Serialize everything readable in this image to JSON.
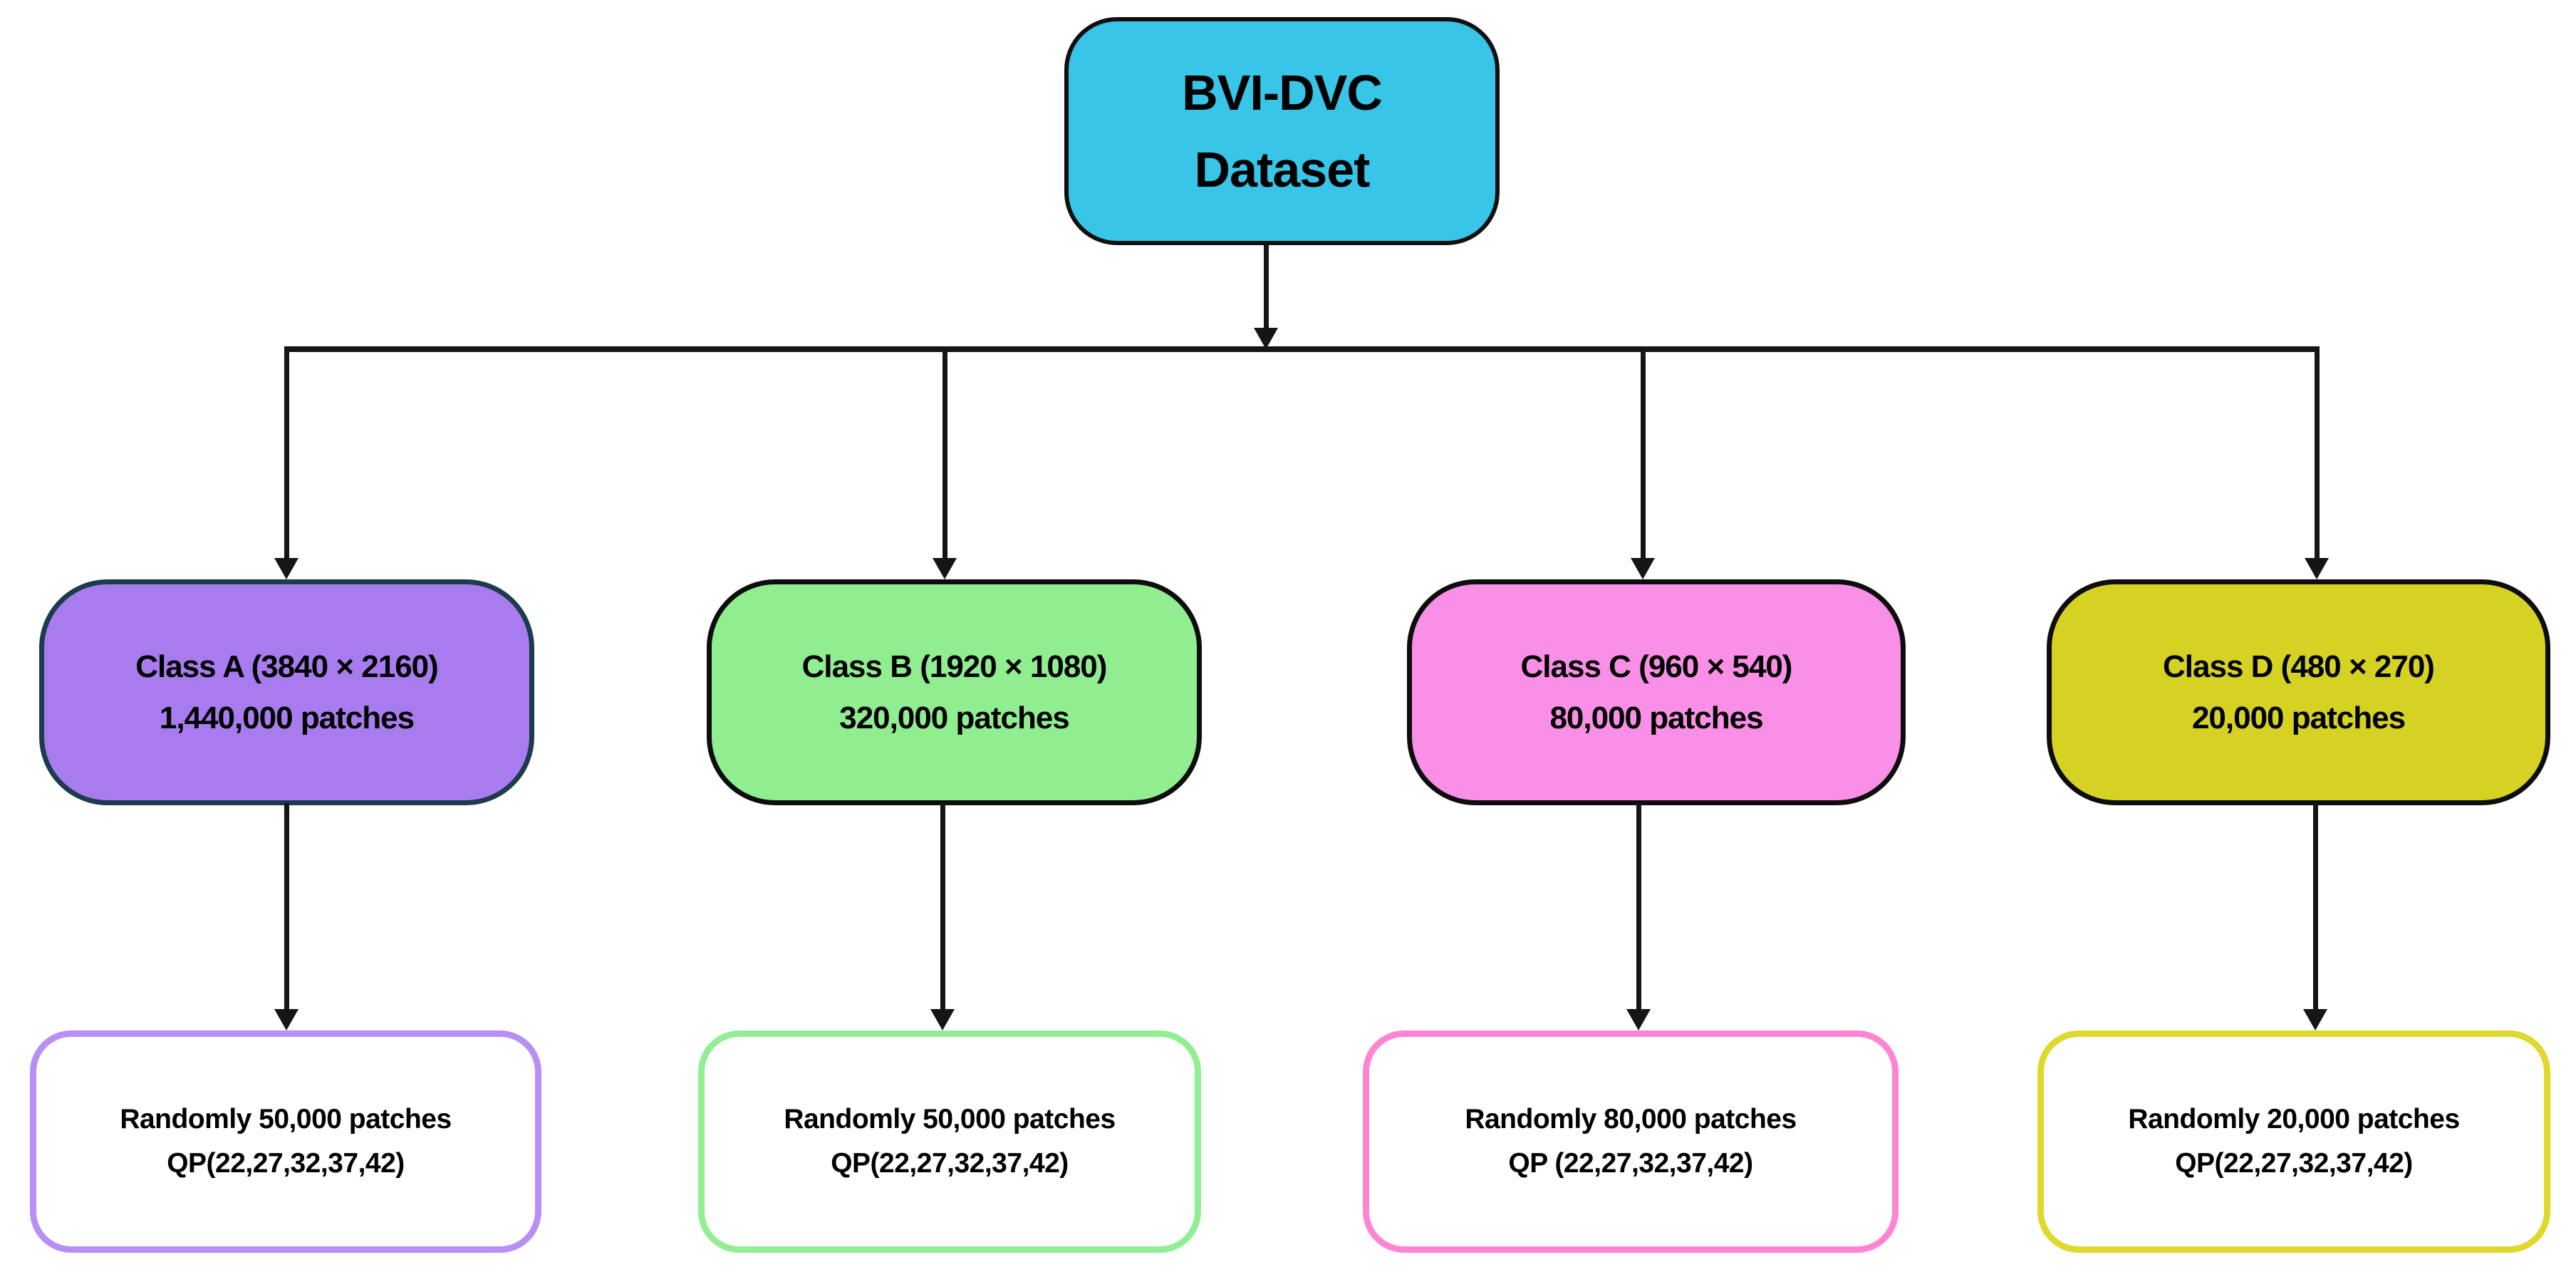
{
  "figure": {
    "description": "Flowchart of BVI-DVC dataset split into resolution classes and randomly sampled compressed patches"
  },
  "root": {
    "line1": "BVI-DVC",
    "line2": "Dataset",
    "fill": "#38C5E8",
    "border": "#101010"
  },
  "classes": [
    {
      "name": "class-a",
      "line1": "Class A (3840 × 2160)",
      "line2": "1,440,000 patches",
      "fill": "#A87CEE",
      "border": "#1C3B4C",
      "sample": {
        "line1": "Randomly 50,000 patches",
        "line2": "QP(22,27,32,37,42)",
        "fill": "#FFFFFF",
        "border": "#B88FF4"
      }
    },
    {
      "name": "class-b",
      "line1": "Class B (1920 × 1080)",
      "line2": "320,000 patches",
      "fill": "#90EE90",
      "border": "#0D0D0D",
      "sample": {
        "line1": "Randomly 50,000 patches",
        "line2": "QP(22,27,32,37,42)",
        "fill": "#FFFFFF",
        "border": "#92EE92"
      }
    },
    {
      "name": "class-c",
      "line1": "Class C (960 × 540)",
      "line2": "80,000 patches",
      "fill": "#F98FE6",
      "border": "#0D0D0D",
      "sample": {
        "line1": "Randomly 80,000 patches",
        "line2": "QP (22,27,32,37,42)",
        "fill": "#FFFFFF",
        "border": "#FF85D2"
      }
    },
    {
      "name": "class-d",
      "line1": "Class D (480 × 270)",
      "line2": "20,000 patches",
      "fill": "#D5D224",
      "border": "#0D0D0D",
      "sample": {
        "line1": "Randomly 20,000 patches",
        "line2": "QP(22,27,32,37,42)",
        "fill": "#FFFFFF",
        "border": "#DFD92D"
      }
    }
  ],
  "connector_color": "#151515"
}
